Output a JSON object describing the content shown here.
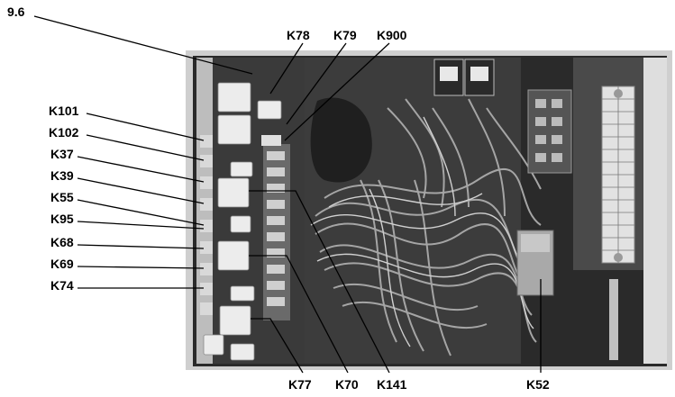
{
  "labels": {
    "ref": "9.6",
    "k78": "K78",
    "k79": "K79",
    "k900": "K900",
    "k101": "K101",
    "k102": "K102",
    "k37": "K37",
    "k39": "K39",
    "k55": "K55",
    "k95": "K95",
    "k68": "K68",
    "k69": "K69",
    "k74": "K74",
    "k77": "K77",
    "k70": "K70",
    "k141": "K141",
    "k52": "K52"
  },
  "colors": {
    "label": "#000000",
    "photo_dark": "#1a1a1a",
    "photo_light": "#d8d8d8",
    "relay": "#e6e6e6",
    "wire": "#9a9a9a"
  }
}
